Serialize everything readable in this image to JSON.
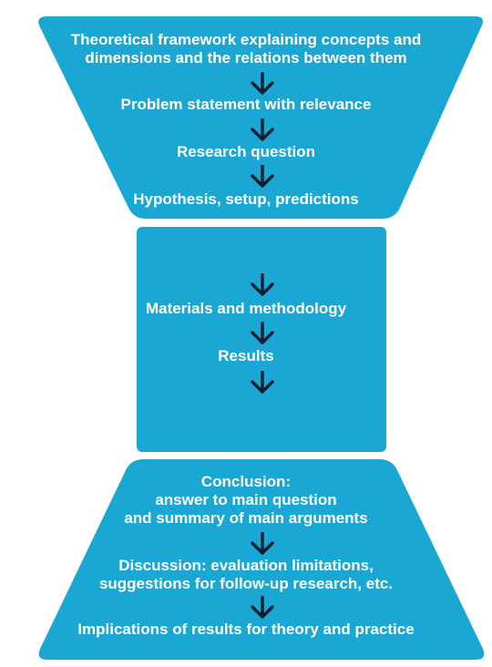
{
  "colors": {
    "fill": "#1BA7D3",
    "text": "#ffffff",
    "arrow": "#0b1f33"
  },
  "top_section": {
    "framework": [
      "Theoretical framework explaining concepts and",
      "dimensions and the relations between them"
    ],
    "problem": "Problem statement with relevance",
    "question": "Research question",
    "hypothesis": "Hypothesis, setup, predictions"
  },
  "middle_section": {
    "methods": "Materials and methodology",
    "results": "Results"
  },
  "bottom_section": {
    "conclusion": [
      "Conclusion:",
      "answer to main question",
      "and summary of main arguments"
    ],
    "discussion": [
      "Discussion: evaluation limitations,",
      "suggestions for follow-up research, etc."
    ],
    "implications": "Implications of results for theory and practice"
  }
}
